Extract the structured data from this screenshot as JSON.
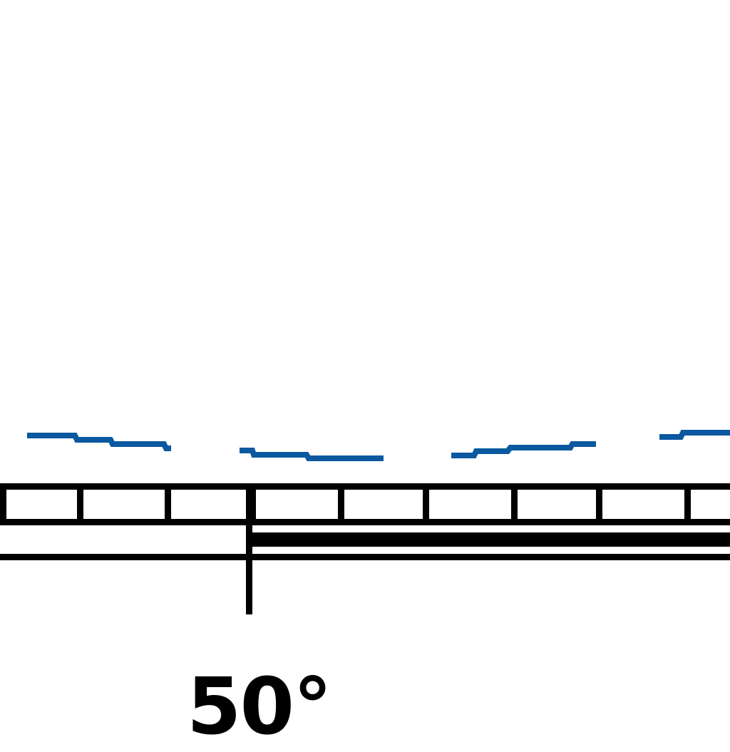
{
  "map": {
    "colors": {
      "coastline": "#0a58a0",
      "border": "#000000",
      "background": "#ffffff"
    },
    "graticule_label": "50°",
    "coastline_segments": [
      [
        [
          38,
          611
        ],
        [
          105,
          611
        ],
        [
          108,
          617
        ],
        [
          155,
          617
        ],
        [
          158,
          623
        ],
        [
          230,
          623
        ],
        [
          233,
          629
        ],
        [
          240,
          629
        ]
      ],
      [
        [
          336,
          632
        ],
        [
          354,
          632
        ],
        [
          356,
          638
        ],
        [
          430,
          638
        ],
        [
          433,
          643
        ],
        [
          538,
          643
        ]
      ],
      [
        [
          633,
          639
        ],
        [
          665,
          639
        ],
        [
          668,
          633
        ],
        [
          712,
          633
        ],
        [
          716,
          628
        ],
        [
          800,
          628
        ],
        [
          803,
          623
        ],
        [
          836,
          623
        ]
      ],
      [
        [
          925,
          613
        ],
        [
          955,
          613
        ],
        [
          958,
          607
        ],
        [
          1024,
          607
        ]
      ]
    ],
    "scale_bar": {
      "ticks": [
        0,
        108,
        231,
        350,
        474,
        593,
        717,
        836,
        960
      ]
    }
  }
}
